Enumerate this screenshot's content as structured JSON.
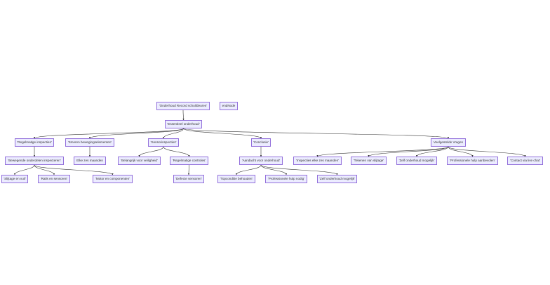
{
  "colors": {
    "node_fill": "#ECECFF",
    "node_border": "#9370DB",
    "edge": "#333333",
    "text": "#333333"
  },
  "nodes": {
    "title": "'Onderhoud Record schuifdeuren'",
    "end": "endNode",
    "root": "'Essentieel onderhoud'",
    "regular_inspections": "'Regelmatige inspecties'",
    "lubricate": "'Smeren bewegingselementen'",
    "sensor_inspection": "'Sensorinspecties'",
    "conclusion": "'Conclusie'",
    "faq": "Veelgestelde Vragen",
    "inspect_moving": "'Bewegende onderdelen inspecteren'",
    "six_months_lub": "Elke zes maanden",
    "important_safety": "'Belangrijk voor veiligheid'",
    "regular_checks": "'Regelmatige controles'",
    "attention_maintenance": "'Aandacht voor onderhoud'",
    "inspect_six_months": "'Inspecties elke zes maanden'",
    "signs_wear": "'Tekenen van slijtage'",
    "self_maintenance_faq": "'Zelf onderhoud mogelijk'",
    "professional_recommended": "'Professionele hulp aanbevolen'",
    "contact_chat": "'Contact via live chat'",
    "wear_tear": "'Slijtage en vuil'",
    "rails_sensors": "'Rails en sensoren'",
    "motor_components": "'Motor en componenten'",
    "defective_sensors": "'Defecte sensoren'",
    "top_condition": "'Topconditie behouden'",
    "professional_needed": "'Professionele hulp nodig'",
    "self_maintenance_concl": "'Zelf onderhoud mogelijk'"
  }
}
